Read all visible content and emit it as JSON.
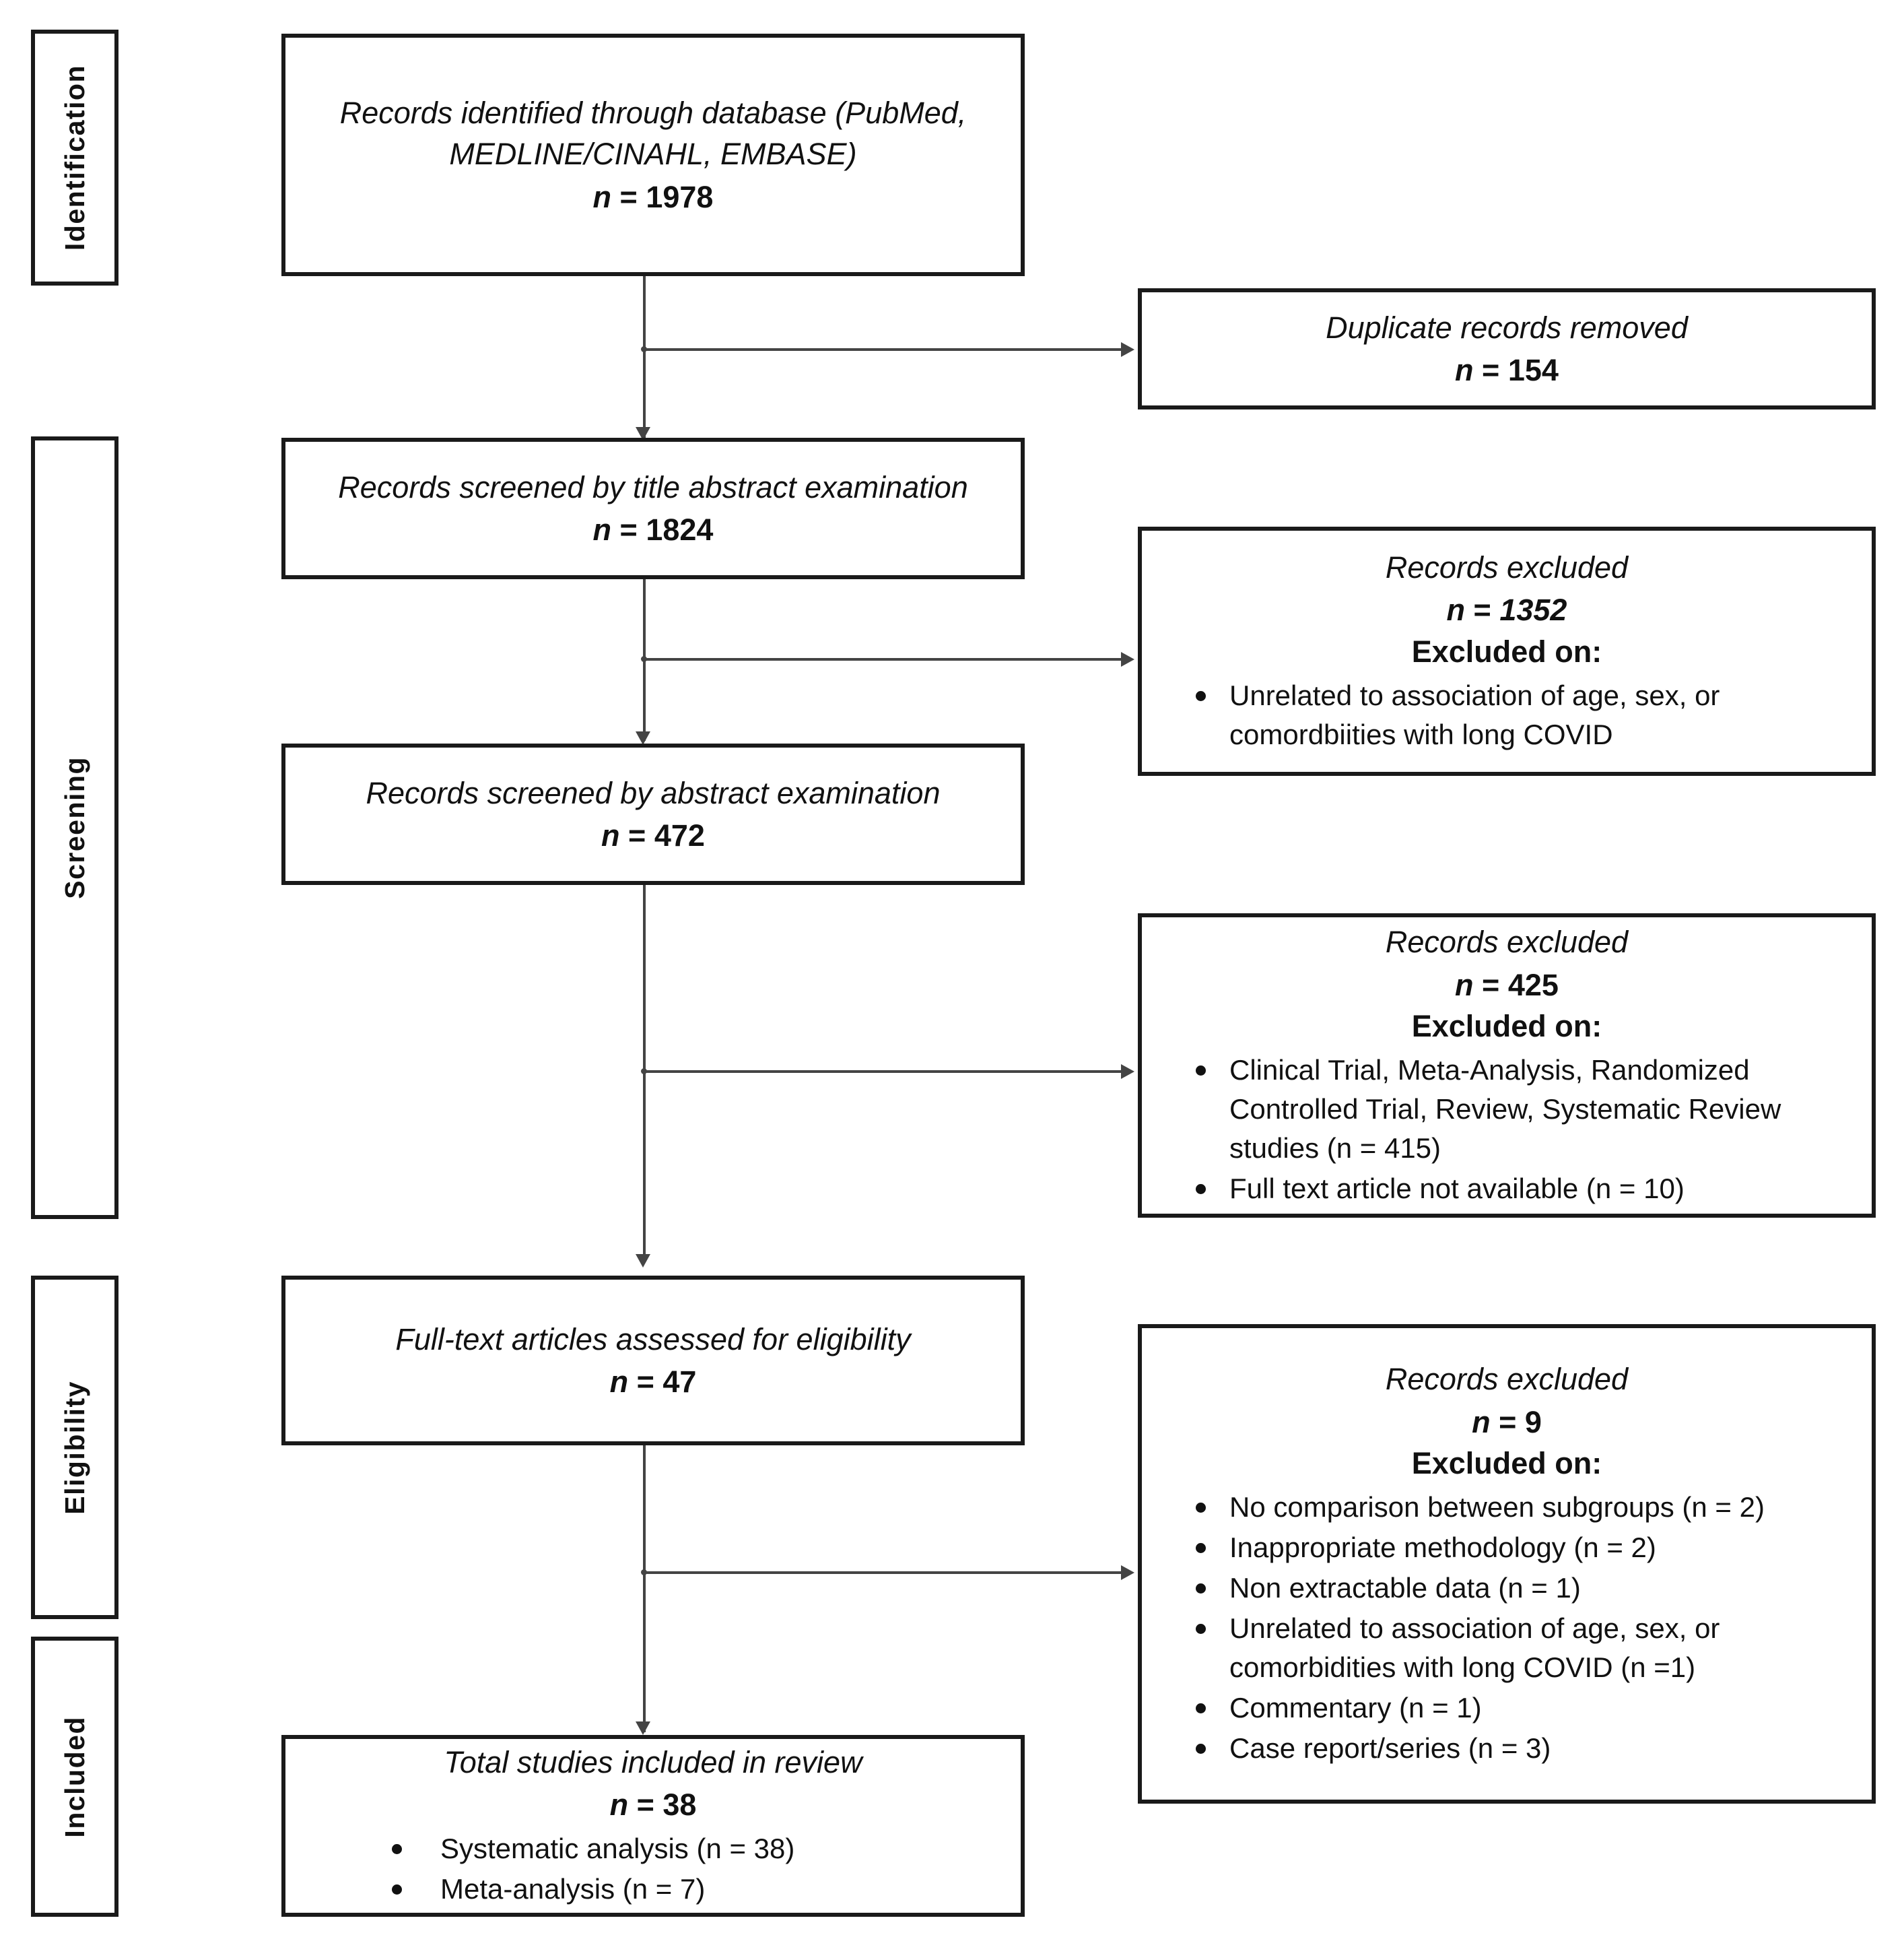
{
  "diagram": {
    "type": "prisma-flow-diagram",
    "stages": [
      {
        "id": "identification",
        "label": "Identification"
      },
      {
        "id": "screening",
        "label": "Screening"
      },
      {
        "id": "eligibility",
        "label": "Eligibility"
      },
      {
        "id": "included",
        "label": "Included"
      }
    ],
    "main_flow": [
      {
        "id": "identified",
        "title": "Records identified through database (PubMed, MEDLINE/CINAHL, EMBASE)",
        "title_lines": [
          "Records identified through database (PubMed,",
          "MEDLINE/CINAHL, EMBASE)"
        ],
        "n_prefix": "n",
        "n_eq": " = ",
        "n_value": "1978"
      },
      {
        "id": "screened-title-abstract",
        "title": "Records screened by title abstract examination",
        "title_lines": [
          "Records screened by title abstract examination"
        ],
        "n_prefix": "n",
        "n_eq": " = ",
        "n_value": "1824"
      },
      {
        "id": "screened-abstract",
        "title": "Records screened by abstract examination",
        "title_lines": [
          "Records screened by abstract examination"
        ],
        "n_prefix": "n",
        "n_eq": " = ",
        "n_value": "472"
      },
      {
        "id": "fulltext-assessed",
        "title": "Full-text articles assessed for eligibility",
        "title_lines": [
          "Full-text articles assessed for eligibility"
        ],
        "n_prefix": "n",
        "n_eq": " = ",
        "n_value": "47"
      },
      {
        "id": "total-included",
        "title": "Total studies included in review",
        "title_lines": [
          "Total studies included in review"
        ],
        "n_prefix": "n",
        "n_eq": " = ",
        "n_value": "38",
        "bullets": [
          "Systematic analysis (n = 38)",
          "Meta-analysis (n = 7)"
        ]
      }
    ],
    "side_flow": [
      {
        "id": "duplicates-removed",
        "title": "Duplicate records removed",
        "n_prefix": "n",
        "n_eq": " = ",
        "n_value": "154",
        "excluded_on_label": "",
        "bullets": []
      },
      {
        "id": "excluded-1352",
        "title": "Records excluded",
        "n_prefix": "n",
        "n_eq": " = ",
        "n_value": "1352",
        "n_italic": true,
        "excluded_on_label": "Excluded on:",
        "bullets": [
          "Unrelated to association of age, sex, or comordbiities with long COVID"
        ]
      },
      {
        "id": "excluded-425",
        "title": "Records excluded",
        "n_prefix": "n",
        "n_eq": " = ",
        "n_value": "425",
        "excluded_on_label": "Excluded on:",
        "bullets": [
          "Clinical Trial, Meta-Analysis, Randomized Controlled Trial, Review, Systematic Review studies (n = 415)",
          "Full text article not available (n = 10)"
        ]
      },
      {
        "id": "excluded-9",
        "title": "Records excluded",
        "n_prefix": "n",
        "n_eq": " = ",
        "n_value": "9",
        "excluded_on_label": "Excluded on:",
        "bullets": [
          "No comparison between subgroups (n = 2)",
          "Inappropriate methodology (n = 2)",
          "Non extractable data (n = 1)",
          "Unrelated to association of age, sex, or comorbidities with long COVID (n =1)",
          "Commentary (n = 1)",
          "Case report/series (n = 3)"
        ]
      }
    ],
    "colors": {
      "box_border": "#1a1a1a",
      "connector": "#444444",
      "text": "#111111",
      "background": "#ffffff"
    }
  }
}
